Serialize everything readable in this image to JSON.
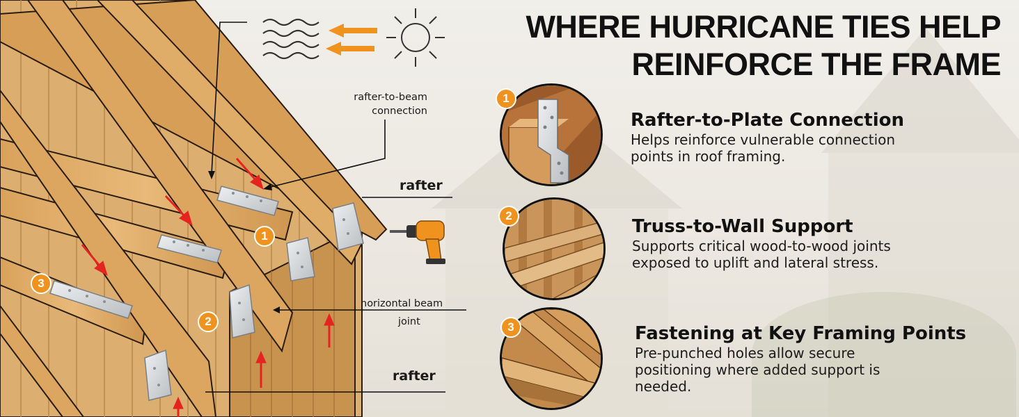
{
  "title": {
    "line1": "WHERE HURRICANE TIES HELP",
    "line2": "REINFORCE THE FRAME"
  },
  "callouts": {
    "rafter_to_beam_line1": "rafter-to-beam",
    "rafter_to_beam_line2": "connection",
    "rafter_top": "rafter",
    "horizontal_beam_line1": "horizontal beam",
    "horizontal_beam_line2": "joint",
    "rafter_bottom": "rafter"
  },
  "features": [
    {
      "number": "1",
      "title": "Rafter-to-Plate Connection",
      "desc_line1": "Helps reinforce vulnerable connection",
      "desc_line2": "points in roof framing."
    },
    {
      "number": "2",
      "title": "Truss-to-Wall Support",
      "desc_line1": "Supports critical wood-to-wood joints",
      "desc_line2": "exposed to uplift and lateral stress."
    },
    {
      "number": "3",
      "title": "Fastening at Key Framing Points",
      "desc_line1": "Pre-punched holes allow secure",
      "desc_line2": "positioning where added support is",
      "desc_line3": "needed."
    }
  ],
  "illustration_badges": [
    "1",
    "2",
    "3"
  ],
  "icons": [
    "wind-icon",
    "sun-icon",
    "drill-icon",
    "wind-arrow-icon",
    "force-arrow-icon"
  ],
  "colors": {
    "accent_orange": "#f0931e",
    "arrow_red": "#e52420",
    "wood": "#e0ad68",
    "wood_dark": "#a8733a",
    "metal": "#cfd3d6",
    "text": "#111111"
  }
}
